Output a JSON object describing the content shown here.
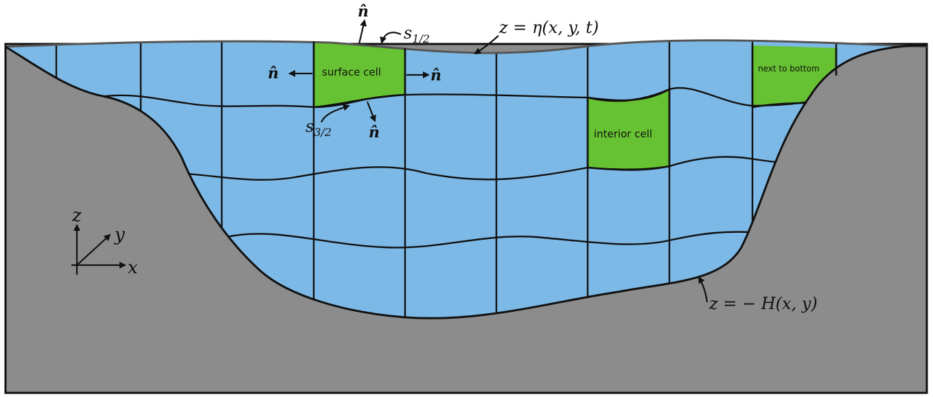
{
  "labels": {
    "surface_cell": "surface cell",
    "interior_cell": "interior cell",
    "next_to_bottom": "next to bottom"
  },
  "equations": {
    "free_surface": "z = η(x, y, t)",
    "bottom": "z = − H(x, y)"
  },
  "interfaces": {
    "s_half": {
      "base": "s",
      "sub": "1/2"
    },
    "s_three_half": {
      "base": "s",
      "sub": "3/2"
    }
  },
  "normal_symbol": "n̂",
  "axes": {
    "x": "x",
    "y": "y",
    "z": "z"
  },
  "colors": {
    "water": "#7db9e6",
    "land": "#8c8c8c",
    "cell_highlight": "#66c232",
    "line": "#111111"
  }
}
